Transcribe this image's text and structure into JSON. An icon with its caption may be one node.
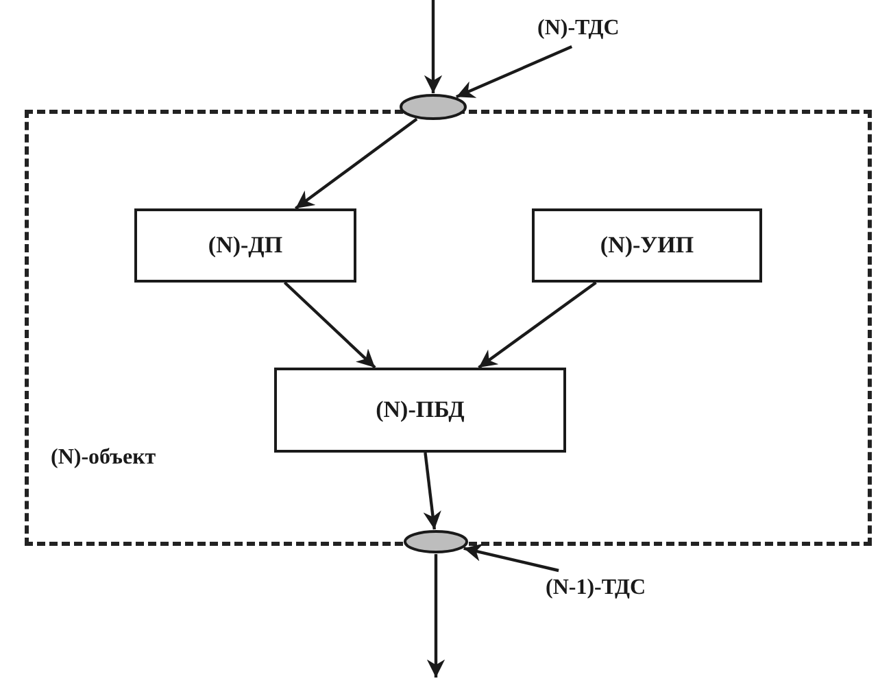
{
  "diagram": {
    "nodes": [
      {
        "text": [
          "(N)-объект"
        ]
      },
      {
        "text": [],
        "shape": "ellipse"
      },
      {
        "text": [
          "(N)-ТДС"
        ]
      },
      {
        "text": [
          "(N)-ДП"
        ],
        "in": 0
      },
      {
        "text": [
          "(N)-УИП"
        ],
        "in": 0
      },
      {
        "text": [
          "(N)-ПБД"
        ],
        "in": 0
      },
      {
        "text": [],
        "shape": "ellipse"
      },
      {
        "text": [
          "(N-1)-ТДС"
        ]
      }
    ],
    "edges": [
      {
        "from": null,
        "to": 1,
        "arrow": "to"
      },
      {
        "from": 2,
        "to": 1,
        "arrow": "to"
      },
      {
        "from": 1,
        "to": 3,
        "arrow": "to"
      },
      {
        "from": 3,
        "to": 5,
        "arrow": "to"
      },
      {
        "from": 4,
        "to": 5,
        "arrow": "to"
      },
      {
        "from": 5,
        "to": 6,
        "arrow": "to"
      },
      {
        "from": 7,
        "to": 6,
        "arrow": "to"
      },
      {
        "from": 6,
        "to": null,
        "arrow": "to"
      }
    ]
  }
}
